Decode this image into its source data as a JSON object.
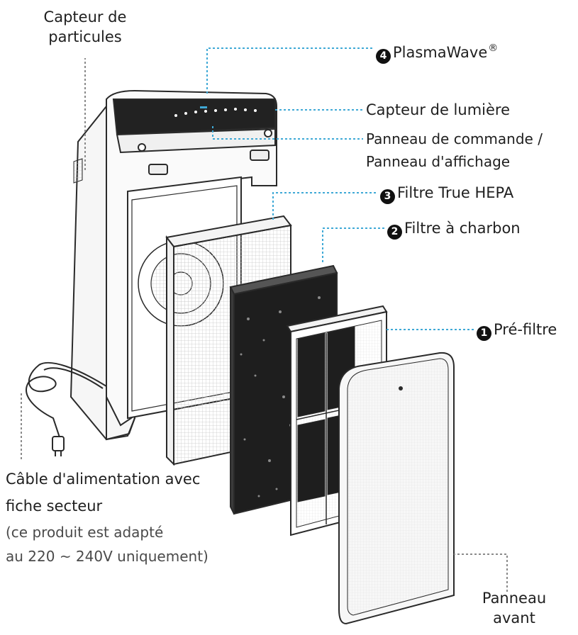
{
  "labels": {
    "particle_sensor": [
      "Capteur de",
      "particules"
    ],
    "plasmawave": {
      "num": "4",
      "text": "PlasmaWave",
      "mark": "®"
    },
    "light_sensor": "Capteur de lumière",
    "control_panel": [
      "Panneau de commande /",
      "Panneau d'affichage"
    ],
    "hepa": {
      "num": "3",
      "text": "Filtre True HEPA"
    },
    "carbon": {
      "num": "2",
      "text": "Filtre à charbon"
    },
    "prefilter": {
      "num": "1",
      "text": "Pré-filtre"
    },
    "power_cable": [
      "Câble d'alimentation avec",
      "fiche secteur"
    ],
    "power_note": [
      "(ce produit est adapté",
      "au 220 ~ 240V uniquement)"
    ],
    "front_panel": [
      "Panneau",
      "avant"
    ]
  },
  "colors": {
    "leader_line": "#3fa9d6",
    "ink": "#1f1f1f"
  }
}
